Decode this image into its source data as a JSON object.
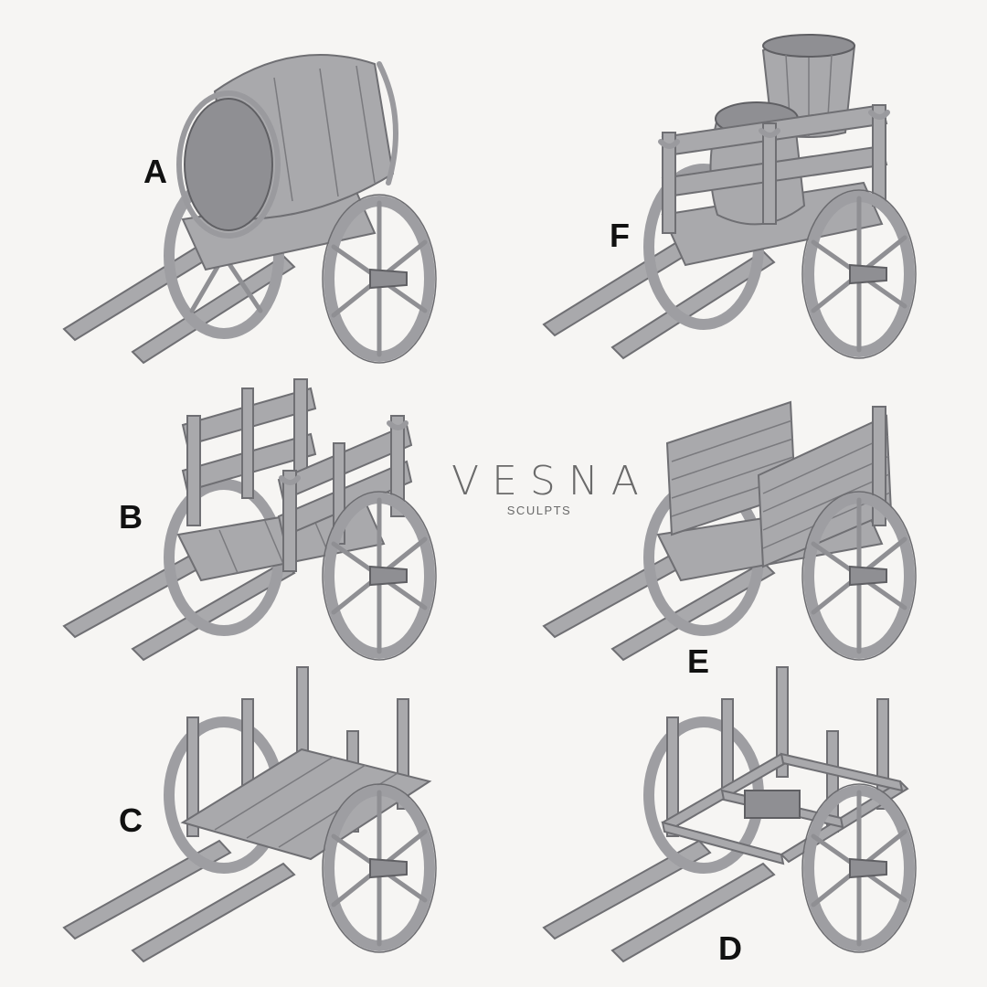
{
  "brand": {
    "name": "VESNA",
    "subtitle": "SCULPTS"
  },
  "variants": [
    {
      "label": "A",
      "load": "barrel"
    },
    {
      "label": "F",
      "load": "barrel-and-sack"
    },
    {
      "label": "B",
      "load": "plank-side-rails"
    },
    {
      "label": "E",
      "load": "wicker-sides"
    },
    {
      "label": "C",
      "load": "flat-bed-with-stakes"
    },
    {
      "label": "D",
      "load": "open-frame-with-stakes"
    }
  ],
  "colors": {
    "background": "#f6f5f3",
    "model": "#a9a9ac",
    "label": "#111111",
    "brand": "#6a6a6a"
  }
}
